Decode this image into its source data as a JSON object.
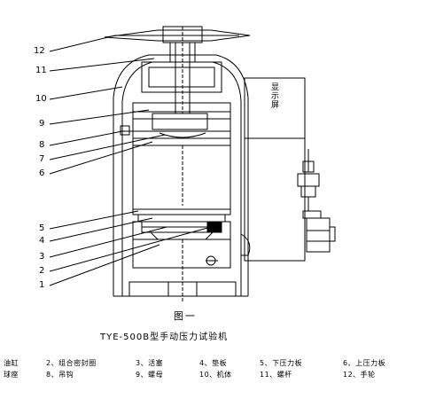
{
  "figure": {
    "label": "图一",
    "title": "TYE-500B型手动压力试验机",
    "display_label": "显示屏"
  },
  "callouts": [
    "12",
    "11",
    "10",
    "9",
    "8",
    "7",
    "6",
    "5",
    "4",
    "3",
    "2",
    "1"
  ],
  "legend": {
    "row1": [
      "油缸",
      "2、组合密封圈",
      "3、活塞",
      "4、垫板",
      "5、下压力板",
      "6、上压力板"
    ],
    "row2": [
      "球座",
      "8、吊钩",
      "9、螺母",
      "10、机体",
      "11、螺杆",
      "12、手轮"
    ]
  }
}
